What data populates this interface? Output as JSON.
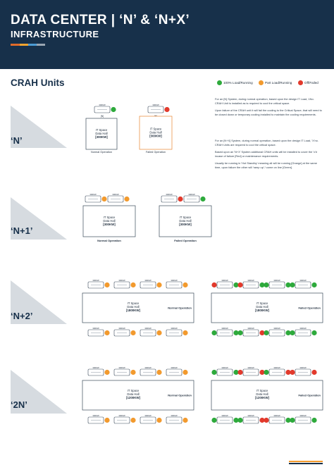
{
  "header": {
    "title": "DATA CENTER | ‘N’ & ‘N+X’",
    "subtitle": "INFRASTRUCTURE",
    "stripe_colors": [
      "#e06b2a",
      "#f0a430",
      "#4c9bd3",
      "#9aa6b2"
    ]
  },
  "section_title": "CRAH Units",
  "legend": [
    {
      "label": "100% Load/Running",
      "color": "#2eaa3c"
    },
    {
      "label": "Part Load/Running",
      "color": "#f29a2e"
    },
    {
      "label": "Off/Failed",
      "color": "#e23a2c"
    }
  ],
  "descriptions": {
    "n": [
      "For an [N] System, during normal operation, based upon the design IT Load, 1No. CRAH Unit is installed as is required to cool the critical space.",
      "Upon failure of the CRAH unit it will fail the cooling to the Critical Space, that will need to be closed down or temporary cooling installed to maintain the cooling requirements."
    ],
    "nx": [
      "For an [N+X] System, during normal operation, based upon the design IT Load, 'X'no. CRAH Units are required to cool the critical space.",
      "Based upon an 'N+X' System additional CRAH units will be installed to cover the 'x'# incase of failure [Red] or maintenance requirements.",
      "Usually be running in 'Hot Standby' meaning all will be running [Orange] at the same time, upon failure the other will 'ramp up' / come on line [Green]."
    ]
  },
  "rows": [
    {
      "label": "‘N’"
    },
    {
      "label": "‘N+1’"
    },
    {
      "label": "‘N+2’"
    },
    {
      "label": "‘2N’"
    }
  ],
  "common": {
    "unit_kw": "300KW",
    "space_line1": "IT Space",
    "space_line2": "Data Hall",
    "normal_operation": "Normal Operation",
    "failed_operation": "Failed Operation"
  },
  "diagrams": {
    "n": {
      "capacity": "[300KW]",
      "normal": {
        "unit_label": "[N]",
        "unit_status": "green"
      },
      "failed": {
        "unit_label": "[N]",
        "unit_status": "red"
      }
    },
    "n1": {
      "capacity": "[300KW]",
      "unit_labels": [
        "[N]",
        "[+1]"
      ],
      "normal_status": [
        "orange",
        "orange"
      ],
      "failed_status": [
        "red",
        "green"
      ]
    },
    "n2": {
      "capacity": "[1800KW]",
      "top_labels": [
        "[N]",
        "[N]",
        "[N]",
        "[+1]"
      ],
      "bottom_labels": [
        "[N]",
        "[N]",
        "[N]",
        "[+1]"
      ],
      "normal_top": [
        "orange",
        "orange",
        "orange",
        "orange"
      ],
      "normal_bottom": [
        "orange",
        "orange",
        "orange",
        "orange"
      ],
      "failed_top": [
        "green",
        "red",
        "green",
        "red",
        "green",
        "green",
        "green",
        "green"
      ],
      "failed_bottom": [
        "green",
        "green",
        "red",
        "green",
        "green",
        "green",
        "green",
        "green"
      ]
    },
    "two_n": {
      "capacity": "[1200KW]",
      "top_labels": [
        "[2N]",
        "[2N]",
        "[2N]",
        "[2N]"
      ],
      "bottom_labels": [
        "[2N]",
        "[2N]",
        "[2N]",
        "[2N]"
      ],
      "normal_top": [
        "orange",
        "orange",
        "orange",
        "orange"
      ],
      "normal_bottom": [
        "orange",
        "orange",
        "orange",
        "orange"
      ],
      "failed_top": [
        "green",
        "green",
        "red",
        "red",
        "red",
        "green",
        "red",
        "red"
      ],
      "failed_bottom": [
        "green",
        "green",
        "red",
        "green",
        "green",
        "red",
        "green",
        "green"
      ]
    }
  },
  "colors": {
    "navy": "#17304a",
    "green": "#2eaa3c",
    "orange": "#f29a2e",
    "red": "#e23a2c",
    "box_orange": "#e8832e"
  }
}
